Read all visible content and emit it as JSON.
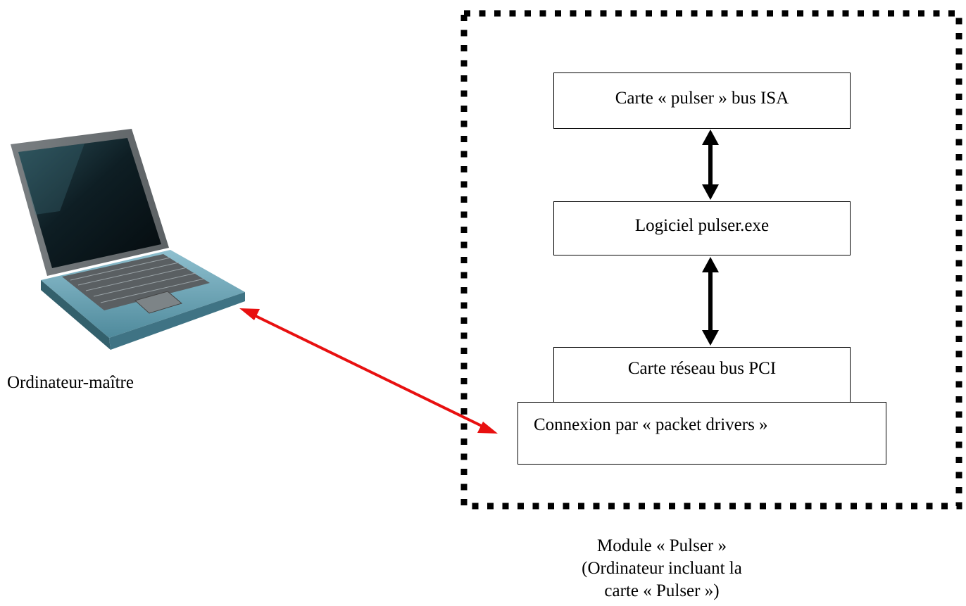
{
  "laptop": {
    "label": "Ordinateur-maître"
  },
  "module": {
    "caption_line1": "Module « Pulser »",
    "caption_line2": "(Ordinateur incluant la",
    "caption_line3": "carte « Pulser »)"
  },
  "boxes": {
    "isa_card": "Carte « pulser » bus ISA",
    "software": "Logiciel pulser.exe",
    "network_card": "Carte réseau bus PCI",
    "packet_drivers": "Connexion par « packet drivers »"
  },
  "colors": {
    "link_arrow": "#e81010",
    "internal_arrows": "#000000",
    "module_border": "#000000"
  }
}
